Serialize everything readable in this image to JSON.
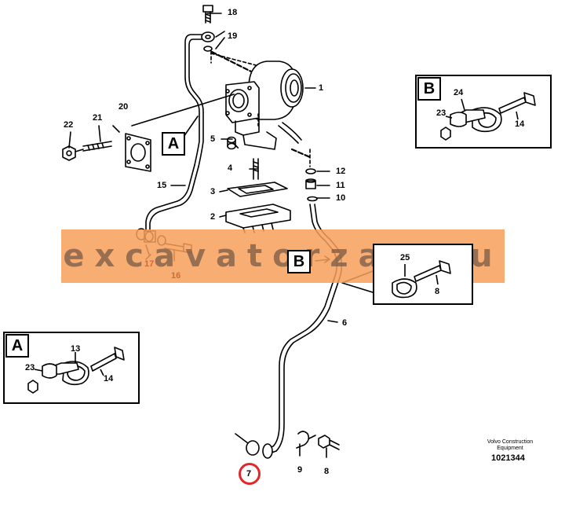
{
  "callouts": {
    "n1": "1",
    "n2": "2",
    "n3": "3",
    "n4": "4",
    "n5": "5",
    "n6": "6",
    "n7": "7",
    "n8": "8",
    "n9": "9",
    "n10": "10",
    "n11": "11",
    "n12": "12",
    "n13": "13",
    "n14": "14",
    "n15": "15",
    "n16": "16",
    "n17": "17",
    "n18": "18",
    "n19": "19",
    "n20": "20",
    "n21": "21",
    "n22": "22",
    "n23": "23",
    "n24": "24",
    "n25": "25"
  },
  "inset_labels": {
    "a": "A",
    "b": "B"
  },
  "inset_a": {
    "parts": [
      "13",
      "23",
      "14"
    ]
  },
  "inset_b_top": {
    "parts": [
      "24",
      "23",
      "14"
    ]
  },
  "inset_b_mid": {
    "parts": [
      "25",
      "8"
    ]
  },
  "watermark": "excavatorzap.ru",
  "credit": {
    "line1": "Volvo Construction",
    "line2": "Equipment"
  },
  "drawing_number": "1021344",
  "highlight": {
    "part": "7",
    "color": "#e3262b"
  },
  "colors": {
    "line": "#000000",
    "banner": "#f7a05a",
    "accent_label": "#d4663a"
  }
}
